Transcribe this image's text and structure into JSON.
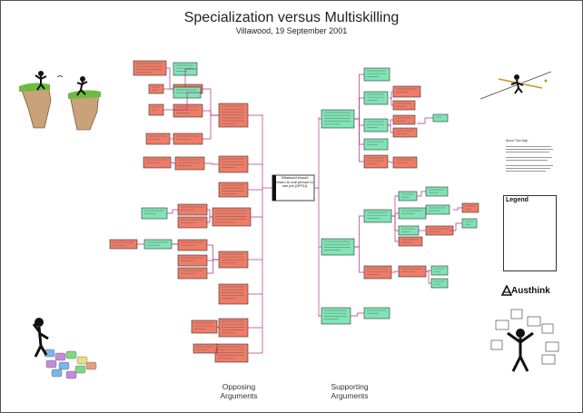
{
  "title": "Specialization versus Multiskilling",
  "subtitle": "Villawood, 19 September 2001",
  "central_claim": "Villawood should return to one person to one job (OPOJ)",
  "columns": {
    "opposing": "Opposing Arguments",
    "supporting": "Supporting Arguments"
  },
  "legend": {
    "title": "Legend"
  },
  "brand": {
    "name": "Austhink"
  },
  "about": {
    "title": "About This Map"
  },
  "footer": {
    "text": ""
  },
  "colors": {
    "objection": "#ef7c67",
    "reason": "#7fe4b6",
    "claim": "#ffffff",
    "link": "#b0308a"
  },
  "icons": [
    "cliff-jumper-illustration",
    "tightrope-walker-illustration",
    "puzzle-thinker-illustration",
    "paper-juggler-illustration",
    "austhink-logo-icon"
  ]
}
